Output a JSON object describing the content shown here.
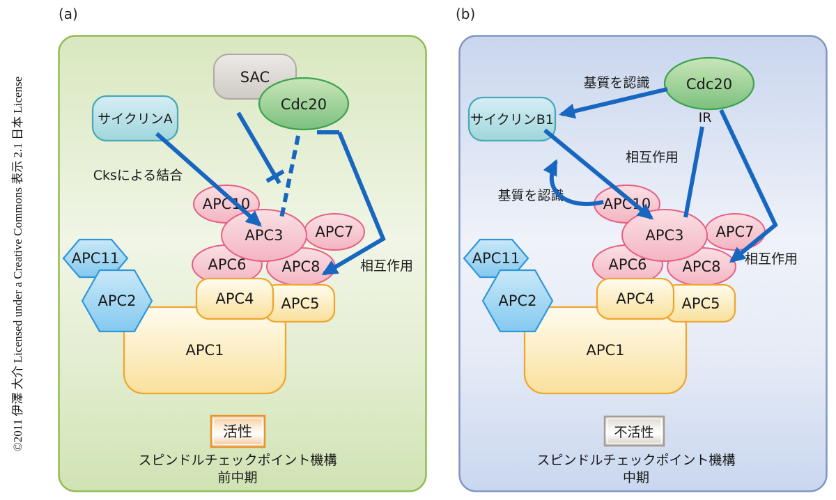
{
  "copyright": "©2011 伊澤 大介 Licensed under a Creative Commons 表示 2.1 日本 License",
  "complex": {
    "apc1": "APC1",
    "apc2": "APC2",
    "apc3": "APC3",
    "apc4": "APC4",
    "apc5": "APC5",
    "apc6": "APC6",
    "apc7": "APC7",
    "apc8": "APC8",
    "apc10": "APC10",
    "apc11": "APC11"
  },
  "panels": {
    "a": {
      "label": "(a)",
      "sac": "SAC",
      "cdc20": "Cdc20",
      "cyclin": "サイクリンA",
      "cks_note": "Cksによる結合",
      "interaction": "相互作用",
      "status": "活性",
      "caption_line1": "スピンドルチェックポイント機構",
      "caption_line2": "前中期"
    },
    "b": {
      "label": "(b)",
      "cdc20": "Cdc20",
      "ir": "IR",
      "cyclin": "サイクリンB1",
      "substrate_note_top": "基質を認識",
      "substrate_note_left": "基質を認識",
      "interaction_mid": "相互作用",
      "interaction_right": "相互作用",
      "status": "不活性",
      "caption_line1": "スピンドルチェックポイント機構",
      "caption_line2": "中期"
    }
  },
  "colors": {
    "arrow_blue": "#1766BF",
    "panel_a_border": "#92BC52",
    "panel_b_border": "#8095C4",
    "pink_stroke": "#E85F82",
    "yellow_stroke": "#F0A52F",
    "hexagon_stroke": "#2F96D8",
    "green_stroke": "#3EA350",
    "cyan_stroke": "#4BA8B6",
    "gray_stroke": "#AEA8A3",
    "active_box_border": "#E8952F",
    "inactive_box_border": "#A59C92"
  }
}
